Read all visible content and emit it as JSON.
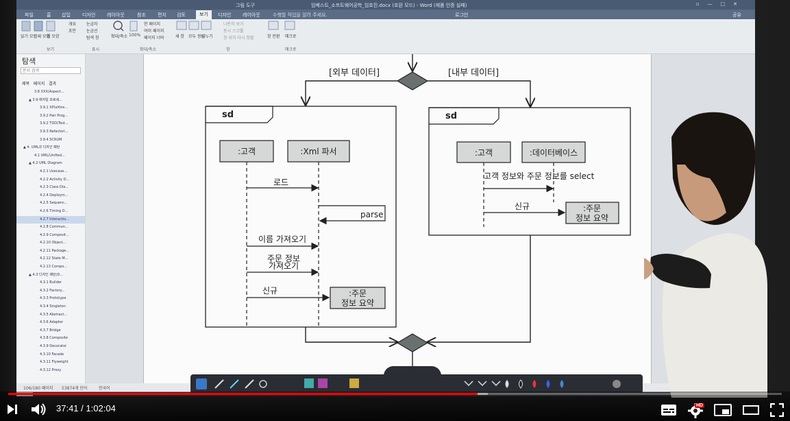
{
  "word": {
    "tool_label": "그림 도구",
    "doc_title": "임베스트_소프트웨어공학_임호진.docx (호환 모드) - Word (제품 인증 실패)",
    "menu": [
      "파일",
      "홈",
      "삽입",
      "디자인",
      "레이아웃",
      "참조",
      "편지",
      "검토",
      "보기",
      "디자인",
      "레이아웃"
    ],
    "active_menu": "보기",
    "tell_me": "수행할 작업을 알려 주세요.",
    "sign_in": "로그인",
    "share": "공유",
    "ribbon": {
      "view_group": [
        "읽기 모드",
        "인쇄 모양",
        "웹 모양",
        "개요",
        "초안"
      ],
      "show_group": [
        "눈금자",
        "눈금선",
        "탐색 창"
      ],
      "zoom_group": [
        "확대/축소",
        "100%",
        "한 페이지",
        "여러 페이지",
        "페이지 너비"
      ],
      "window_group": [
        "새 창",
        "모두 정렬",
        "나누기",
        "나란히 보기",
        "동시 스크롤",
        "창 위치 다시 정렬"
      ],
      "macro_group": [
        "창 전환",
        "매크로"
      ],
      "group_labels": [
        "보기",
        "표시",
        "확대/축소",
        "창",
        "매크로"
      ]
    },
    "nav": {
      "title": "탐색",
      "search_placeholder": "문서 검색",
      "tabs": [
        "제목",
        "페이지",
        "결과"
      ],
      "items": [
        {
          "text": "3.8 XXX(Aspect...",
          "indent": 2,
          "selected": false
        },
        {
          "text": "▲ 3.9 애자일 프로세...",
          "indent": 1,
          "selected": false
        },
        {
          "text": "3.9.1 XP(eXtre...",
          "indent": 3,
          "selected": false
        },
        {
          "text": "3.9.2 Pair Prog...",
          "indent": 3,
          "selected": false
        },
        {
          "text": "3.9.2 TDD(Test...",
          "indent": 3,
          "selected": false
        },
        {
          "text": "3.9.3 Refactori...",
          "indent": 3,
          "selected": false
        },
        {
          "text": "3.9.4 SCRUM",
          "indent": 3,
          "selected": false
        },
        {
          "text": "▲ 4. UML과 디자인 패턴",
          "indent": 0,
          "selected": false
        },
        {
          "text": "4.1 UML(Unified...",
          "indent": 2,
          "selected": false
        },
        {
          "text": "▲ 4.2 UML Diagram",
          "indent": 1,
          "selected": false
        },
        {
          "text": "4.2.1 Usecase...",
          "indent": 3,
          "selected": false
        },
        {
          "text": "4.2.2 Activity D...",
          "indent": 3,
          "selected": false
        },
        {
          "text": "4.2.3 Class Dia...",
          "indent": 3,
          "selected": false
        },
        {
          "text": "4.2.4 Deploym...",
          "indent": 3,
          "selected": false
        },
        {
          "text": "4.2.5 Sequenc...",
          "indent": 3,
          "selected": false
        },
        {
          "text": "4.2.6 Timing D...",
          "indent": 3,
          "selected": false
        },
        {
          "text": "4.2.7 Interactio...",
          "indent": 3,
          "selected": true
        },
        {
          "text": "4.2.8 Commun...",
          "indent": 3,
          "selected": false
        },
        {
          "text": "4.2.9 Composit...",
          "indent": 3,
          "selected": false
        },
        {
          "text": "4.2.10 Object...",
          "indent": 3,
          "selected": false
        },
        {
          "text": "4.2.11 Package...",
          "indent": 3,
          "selected": false
        },
        {
          "text": "4.2.12 State M...",
          "indent": 3,
          "selected": false
        },
        {
          "text": "4.2.13 Compo...",
          "indent": 3,
          "selected": false
        },
        {
          "text": "▲ 4.3 디자인 패턴(D...",
          "indent": 1,
          "selected": false
        },
        {
          "text": "4.3.1 Builder",
          "indent": 3,
          "selected": false
        },
        {
          "text": "4.3.2 Factory...",
          "indent": 3,
          "selected": false
        },
        {
          "text": "4.3.3 Prototype",
          "indent": 3,
          "selected": false
        },
        {
          "text": "4.3.4 Singleton",
          "indent": 3,
          "selected": false
        },
        {
          "text": "4.3.5 Abstract...",
          "indent": 3,
          "selected": false
        },
        {
          "text": "4.3.6 Adapter",
          "indent": 3,
          "selected": false
        },
        {
          "text": "4.3.7 Bridge",
          "indent": 3,
          "selected": false
        },
        {
          "text": "4.3.8 Composite",
          "indent": 3,
          "selected": false
        },
        {
          "text": "4.3.9 Decorator",
          "indent": 3,
          "selected": false
        },
        {
          "text": "4.3.10 Facade",
          "indent": 3,
          "selected": false
        },
        {
          "text": "4.3.11 Flyweight",
          "indent": 3,
          "selected": false
        },
        {
          "text": "4.3.12 Proxy",
          "indent": 3,
          "selected": false
        }
      ]
    },
    "status": {
      "page": "106/180 페이지",
      "words": "53874개 단어",
      "lang": "한국어"
    }
  },
  "diagram": {
    "guard_external": "[외부 데이터]",
    "guard_internal": "[내부 데이터]",
    "left_frame": {
      "tag": "sd",
      "lifeline_a": ":고객",
      "lifeline_b": ":Xml 파서",
      "msg_load": "로드",
      "msg_parse": "parse",
      "msg_name": "이름 가져오기",
      "msg_order_1": "주문 정보",
      "msg_order_2": "가져오기",
      "msg_new": "신규",
      "result_1": ":주문",
      "result_2": "정보 요약"
    },
    "right_frame": {
      "tag": "sd",
      "lifeline_a": ":고객",
      "lifeline_b": ":데이터베이스",
      "msg_select": "고객 정보와 주문 정보를 select",
      "msg_new": "신규",
      "result_1": ":주문",
      "result_2": "정보 요약"
    }
  },
  "player": {
    "current_time": "37:41",
    "separator": "/",
    "duration": "1:02:04",
    "progress": 0.607,
    "buffered": 0.62,
    "hd_badge": "HD",
    "played_color": "#ff0000"
  }
}
